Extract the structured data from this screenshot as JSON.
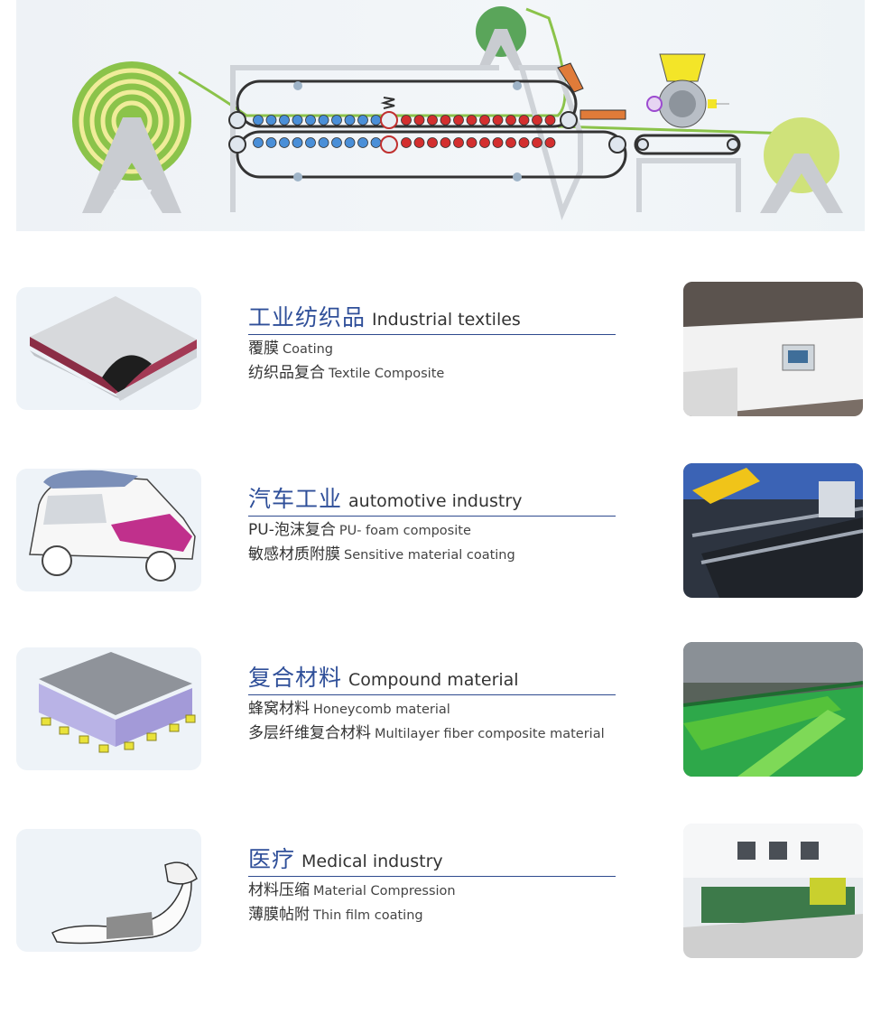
{
  "sections": [
    {
      "title_cn": "工业纺织品",
      "title_en": "Industrial textiles",
      "items": [
        {
          "cn": "覆膜",
          "en": "Coating"
        },
        {
          "cn": "纺织品复合",
          "en": "Textile Composite"
        }
      ]
    },
    {
      "title_cn": "汽车工业",
      "title_en": "automotive industry",
      "items": [
        {
          "cn": "PU-泡沫复合",
          "en": "PU- foam composite"
        },
        {
          "cn": "敏感材质附膜",
          "en": "Sensitive material coating"
        }
      ]
    },
    {
      "title_cn": "复合材料",
      "title_en": "Compound material",
      "items": [
        {
          "cn": "蜂窝材料",
          "en": "Honeycomb material"
        },
        {
          "cn": "多层纤维复合材料",
          "en": "Multilayer fiber composite material"
        }
      ]
    },
    {
      "title_cn": "医疗",
      "title_en": "Medical industry",
      "items": [
        {
          "cn": "材料压缩",
          "en": "Material Compression"
        },
        {
          "cn": "薄膜帖附",
          "en": "Thin film coating"
        }
      ]
    }
  ],
  "colors": {
    "accent": "#2f4f99",
    "green": "#8bc34a",
    "blue_roller": "#4a8fd8",
    "red_roller": "#d32f2f"
  }
}
